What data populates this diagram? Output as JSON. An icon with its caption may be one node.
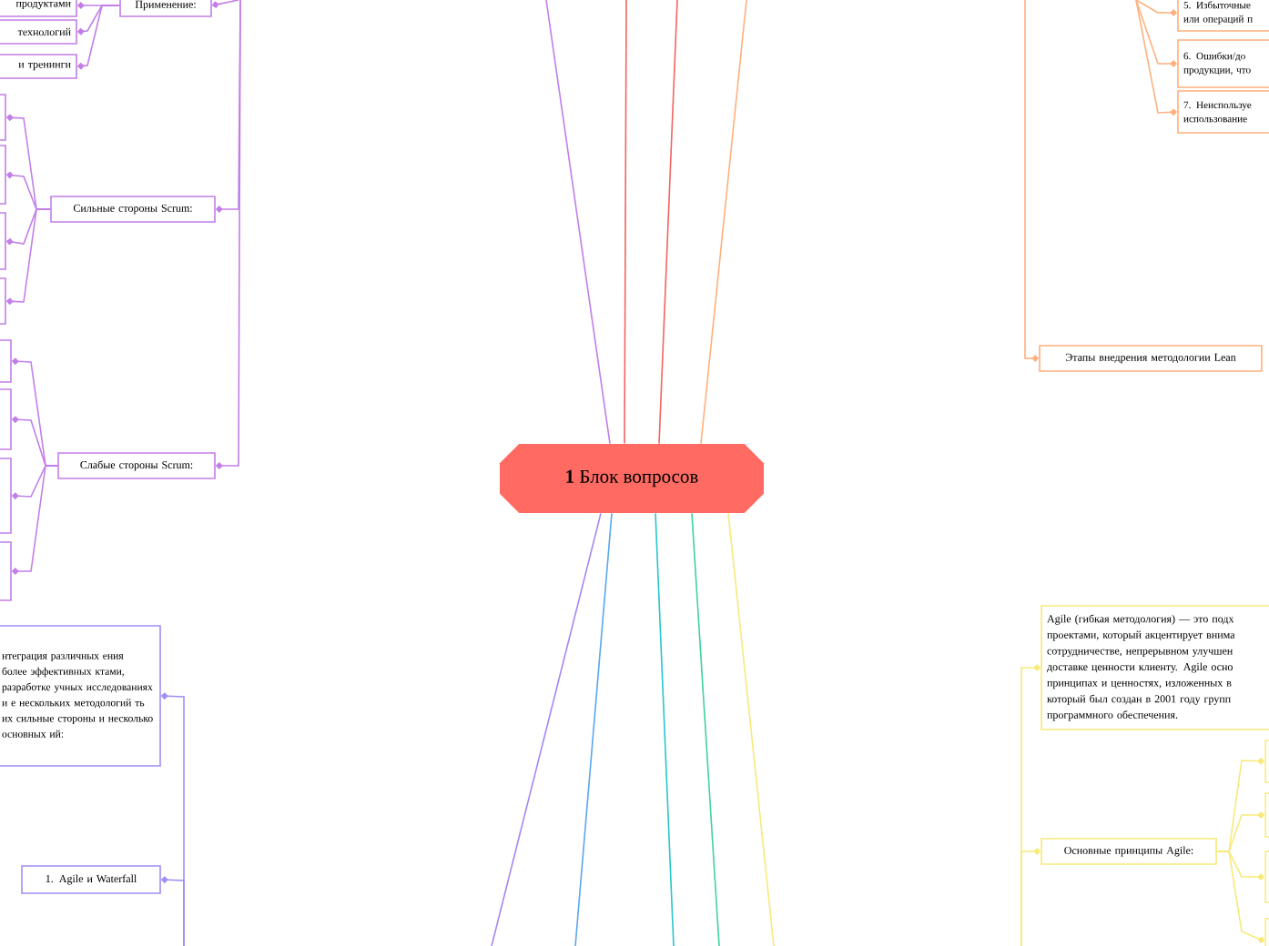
{
  "diagram": {
    "nodes": [
      {
        "text": [
          "**1** Блок вопросов"
        ]
      },
      {
        "text": [
          "Применение:"
        ]
      },
      {
        "text": [
          "продуктами"
        ]
      },
      {
        "text": [
          "технологий"
        ]
      },
      {
        "text": [
          "и тренинги"
        ]
      },
      {
        "text": [
          "Сильные стороны Scrum:"
        ]
      },
      {
        "text": [],
        "shape": "box"
      },
      {
        "text": [],
        "shape": "box"
      },
      {
        "text": [],
        "shape": "box"
      },
      {
        "text": [],
        "shape": "box"
      },
      {
        "text": [
          "Слабые стороны Scrum:"
        ]
      },
      {
        "text": [],
        "shape": "box"
      },
      {
        "text": [],
        "shape": "box"
      },
      {
        "text": [],
        "shape": "box"
      },
      {
        "text": [],
        "shape": "box"
      },
      {
        "text": [
          "нтеграция различных ения более эффективных ктами, разработке учных исследованиях и е нескольких методологий ть их сильные стороны и несколько основных ий:"
        ]
      },
      {
        "text": [
          "1. Agile и Waterfall"
        ]
      },
      {
        "text": [
          "5. Избыточные или операций п"
        ]
      },
      {
        "text": [
          "6. Ошибки/до продукции, что"
        ]
      },
      {
        "text": [
          "7. Неиспользуе использование"
        ]
      },
      {
        "text": [
          "Этапы внедрения методологии Lean"
        ]
      },
      {
        "text": [
          "Agile (гибкая методология) — это подх проектами, который акцентирует внима сотрудничестве, непрерывном улучшен доставке ценности клиенту. Agile осно принципах и ценностях, изложенных в который был создан в 2001 году групп программного обеспечения."
        ]
      },
      {
        "text": [
          "Основные принципы Agile:"
        ]
      },
      {
        "text": [],
        "shape": "box"
      },
      {
        "text": [],
        "shape": "box"
      },
      {
        "text": [],
        "shape": "box"
      },
      {
        "text": [],
        "shape": "box"
      }
    ],
    "edges": [
      {
        "from": null,
        "to": 1,
        "arrow": "other",
        "color": "#c27ee8"
      },
      {
        "from": null,
        "to": 5,
        "arrow": "other",
        "color": "#c27ee8"
      },
      {
        "from": null,
        "to": 10,
        "arrow": "other",
        "color": "#c27ee8"
      },
      {
        "from": 1,
        "to": 2,
        "arrow": "other",
        "color": "#c27ee8"
      },
      {
        "from": 1,
        "to": 3,
        "arrow": "other",
        "color": "#c27ee8"
      },
      {
        "from": 1,
        "to": 4,
        "arrow": "other",
        "color": "#c27ee8"
      },
      {
        "from": 5,
        "to": 6,
        "arrow": "other",
        "color": "#c27ee8"
      },
      {
        "from": 5,
        "to": 7,
        "arrow": "other",
        "color": "#c27ee8"
      },
      {
        "from": 5,
        "to": 8,
        "arrow": "other",
        "color": "#c27ee8"
      },
      {
        "from": 5,
        "to": 9,
        "arrow": "other",
        "color": "#c27ee8"
      },
      {
        "from": 10,
        "to": 11,
        "arrow": "other",
        "color": "#c27ee8"
      },
      {
        "from": 10,
        "to": 12,
        "arrow": "other",
        "color": "#c27ee8"
      },
      {
        "from": 10,
        "to": 13,
        "arrow": "other",
        "color": "#c27ee8"
      },
      {
        "from": 10,
        "to": 14,
        "arrow": "other",
        "color": "#c27ee8"
      },
      {
        "from": null,
        "to": 15,
        "arrow": "other",
        "color": "#9d8ff5"
      },
      {
        "from": null,
        "to": 16,
        "arrow": "other",
        "color": "#9d8ff5"
      },
      {
        "from": null,
        "to": 17,
        "arrow": "other",
        "color": "#ffb07c"
      },
      {
        "from": null,
        "to": 18,
        "arrow": "other",
        "color": "#ffb07c"
      },
      {
        "from": null,
        "to": 19,
        "arrow": "other",
        "color": "#ffb07c"
      },
      {
        "from": null,
        "to": 20,
        "arrow": "other",
        "color": "#ffb07c"
      },
      {
        "from": null,
        "to": 21,
        "arrow": "other",
        "color": "#f7e97a"
      },
      {
        "from": null,
        "to": 22,
        "arrow": "other",
        "color": "#f7e97a"
      },
      {
        "from": 22,
        "to": 23,
        "arrow": "other",
        "color": "#f7e97a"
      },
      {
        "from": 22,
        "to": 24,
        "arrow": "other",
        "color": "#f7e97a"
      },
      {
        "from": 22,
        "to": 25,
        "arrow": "other",
        "color": "#f7e97a"
      },
      {
        "from": 22,
        "to": 26,
        "arrow": "other",
        "color": "#f7e97a"
      },
      {
        "from": 0,
        "to": null,
        "arrow": "none",
        "color": "#c27ee8"
      },
      {
        "from": 0,
        "to": null,
        "arrow": "none",
        "color": "#f2645f"
      },
      {
        "from": 0,
        "to": null,
        "arrow": "none",
        "color": "#f2645f"
      },
      {
        "from": 0,
        "to": null,
        "arrow": "none",
        "color": "#ffb07c"
      },
      {
        "from": 0,
        "to": null,
        "arrow": "none",
        "color": "#a586f2"
      },
      {
        "from": 0,
        "to": null,
        "arrow": "none",
        "color": "#5aa7f0"
      },
      {
        "from": 0,
        "to": null,
        "arrow": "none",
        "color": "#27c6d0"
      },
      {
        "from": 0,
        "to": null,
        "arrow": "none",
        "color": "#3fd39a"
      },
      {
        "from": 0,
        "to": null,
        "arrow": "none",
        "color": "#f7e97a"
      }
    ]
  }
}
